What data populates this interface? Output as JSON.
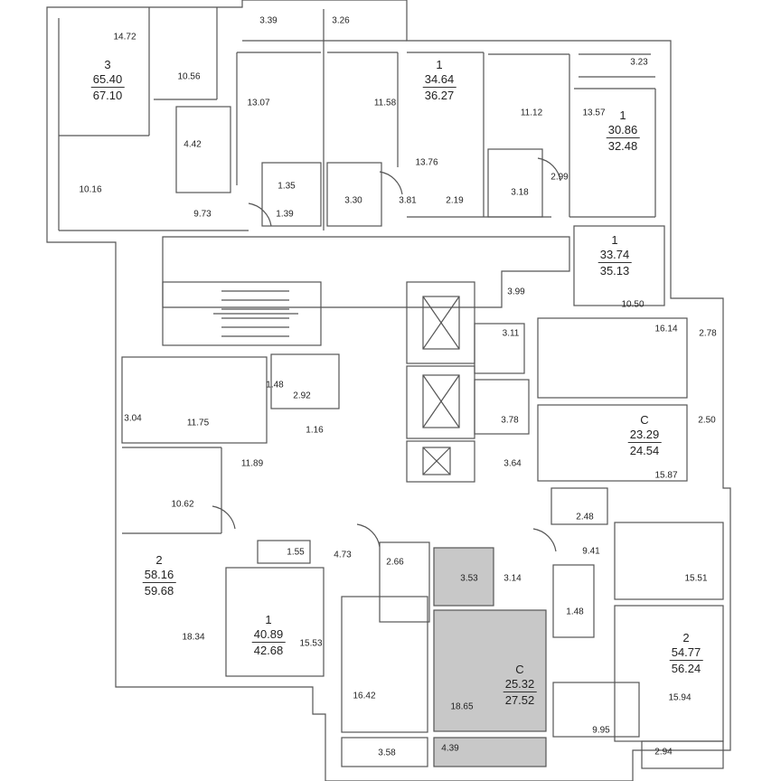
{
  "plan": {
    "highlight_color": "#c8c8c8",
    "wall_color": "#555555",
    "apartments": [
      {
        "id": "apt-3",
        "type": "3",
        "area_living": "65.40",
        "area_total": "67.10"
      },
      {
        "id": "apt-1-a",
        "type": "1",
        "area_living": "34.64",
        "area_total": "36.27"
      },
      {
        "id": "apt-1-b",
        "type": "1",
        "area_living": "30.86",
        "area_total": "32.48"
      },
      {
        "id": "apt-1-c",
        "type": "1",
        "area_living": "33.74",
        "area_total": "35.13"
      },
      {
        "id": "apt-c-a",
        "type": "С",
        "area_living": "23.29",
        "area_total": "24.54"
      },
      {
        "id": "apt-2-a",
        "type": "2",
        "area_living": "58.16",
        "area_total": "59.68"
      },
      {
        "id": "apt-1-d",
        "type": "1",
        "area_living": "40.89",
        "area_total": "42.68"
      },
      {
        "id": "apt-c-b",
        "type": "С",
        "area_living": "25.32",
        "area_total": "27.52"
      },
      {
        "id": "apt-2-b",
        "type": "2",
        "area_living": "54.77",
        "area_total": "56.24"
      }
    ],
    "rooms": [
      "14.72",
      "3.39",
      "3.26",
      "3.23",
      "10.56",
      "13.07",
      "11.58",
      "11.12",
      "13.57",
      "4.42",
      "1.35",
      "3.30",
      "13.76",
      "3.18",
      "2.99",
      "10.16",
      "9.73",
      "1.39",
      "3.81",
      "2.19",
      "3.99",
      "10.50",
      "3.11",
      "16.14",
      "2.78",
      "1.48",
      "2.92",
      "3.04",
      "11.75",
      "1.16",
      "3.78",
      "2.50",
      "11.89",
      "3.64",
      "15.87",
      "10.62",
      "2.48",
      "1.55",
      "4.73",
      "2.66",
      "3.53",
      "3.14",
      "9.41",
      "15.51",
      "1.48",
      "18.34",
      "15.53",
      "16.42",
      "18.65",
      "15.94",
      "9.95",
      "3.58",
      "4.39",
      "2.94"
    ]
  }
}
